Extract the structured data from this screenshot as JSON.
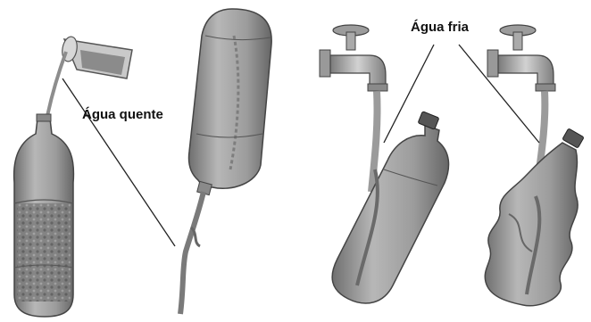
{
  "labels": {
    "hot_water": "Água quente",
    "cold_water": "Água fria"
  },
  "colors": {
    "background": "#ffffff",
    "bottle": "#9a9a9a",
    "bottle_dark": "#5e5e5e",
    "faucet": "#a8a8a8",
    "outline": "#333333",
    "label_line": "#222222"
  },
  "panels": [
    {
      "name": "pour-hot-water-into-bottle"
    },
    {
      "name": "empty-bottle-turned-upside-down"
    },
    {
      "name": "bottle-under-cold-water-faucet"
    },
    {
      "name": "crushed-bottle-under-cold-water-faucet"
    }
  ]
}
